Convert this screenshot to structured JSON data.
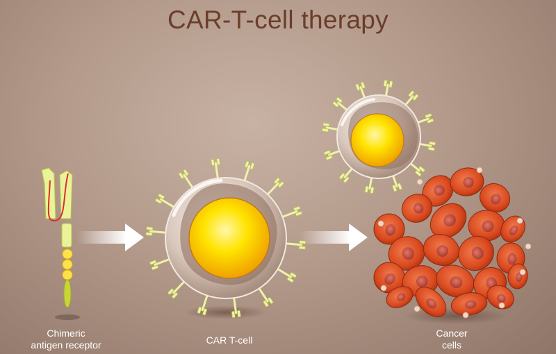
{
  "title": "CAR-T-cell therapy",
  "labels": {
    "car_line1": "Chimeric",
    "car_line2": "antigen receptor",
    "tcell": "CAR T-cell",
    "cancer_line1": "Cancer",
    "cancer_line2": "cells"
  },
  "colors": {
    "title": "#6b3d2a",
    "nucleus": "#ffd400",
    "cancer": "#e0552a",
    "receptor": "#e8f09a"
  }
}
